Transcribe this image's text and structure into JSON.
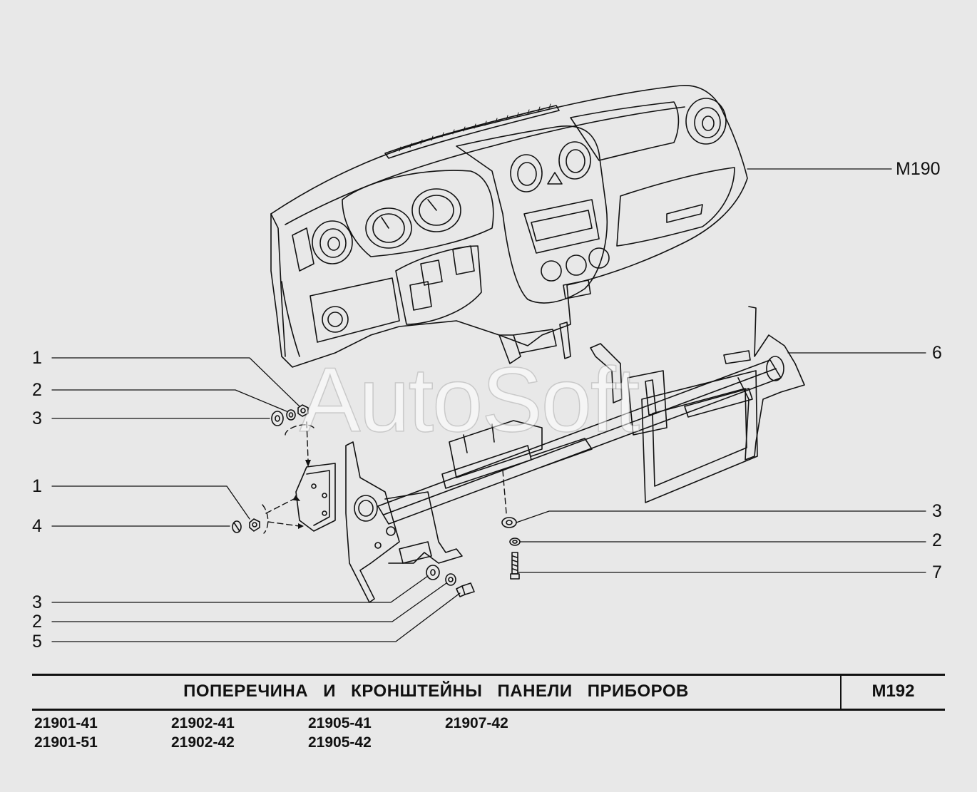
{
  "diagram": {
    "title": "ПОПЕРЕЧИНА И КРОНШТЕЙНЫ ПАНЕЛИ ПРИБОРОВ",
    "page_code": "М192",
    "reference_code": "М190",
    "watermark": "AutoSoft",
    "callouts_left": [
      "1",
      "2",
      "3",
      "1",
      "4",
      "3",
      "2",
      "5"
    ],
    "callouts_right": [
      "6",
      "3",
      "2",
      "7"
    ],
    "models": [
      "21901-41",
      "21901-51",
      "21902-41",
      "21902-42",
      "21905-41",
      "21905-42",
      "21907-42"
    ]
  },
  "colors": {
    "background": "#e8e8e8",
    "line": "#111111"
  }
}
